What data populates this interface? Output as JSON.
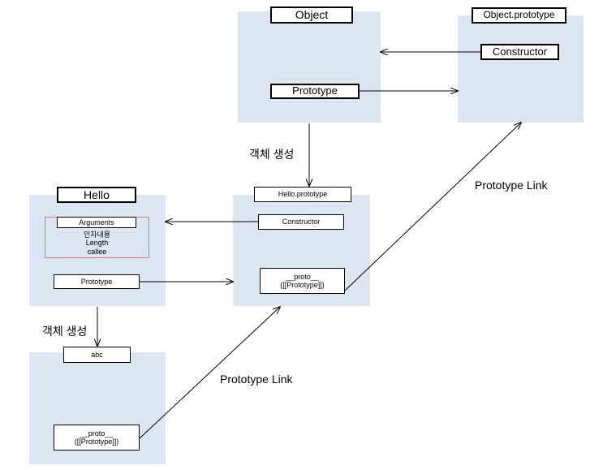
{
  "object": {
    "title": "Object",
    "prototype": "Prototype"
  },
  "object_prototype": {
    "title": "Object.prototype",
    "constructor": "Constructor"
  },
  "hello": {
    "title": "Hello",
    "arguments": "Arguments",
    "arguments_items": [
      "인자내용",
      "Length",
      "callee"
    ],
    "prototype": "Prototype"
  },
  "hello_prototype": {
    "title": "Hello.prototype",
    "constructor": "Constructor",
    "proto_line1": "__proto__",
    "proto_line2": "([[Prototype]])"
  },
  "abc": {
    "title": "abc",
    "proto_line1": "__proto__",
    "proto_line2": "([[Prototype]])"
  },
  "labels": {
    "create_object_top": "객체 생성",
    "create_object_bottom": "객체 생성",
    "prototype_link_top": "Prototype Link",
    "prototype_link_bottom": "Prototype Link"
  },
  "colors": {
    "panel_fill": "#dce6f2",
    "arguments_border": "#e07b7b",
    "line": "#000000"
  }
}
